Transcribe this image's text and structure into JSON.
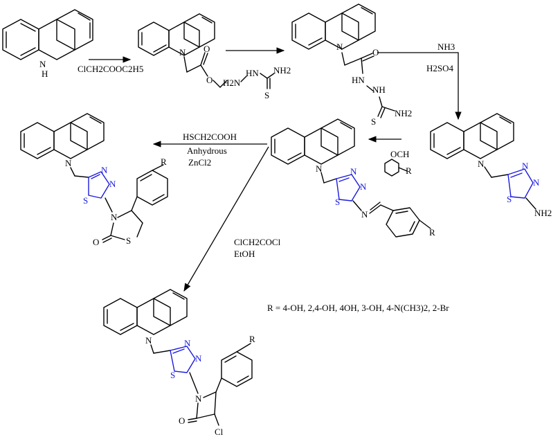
{
  "reagents": {
    "step1": "ClCH2COOC2H5",
    "step2_reagent": "thiosemicarbazide",
    "step3_line1": "NH3",
    "step3_line2": "H2SO4",
    "step4": "OCH",
    "step5_line1": "HSCH2COOH",
    "step5_line2": "Anhydrous",
    "step5_line3": "ZnCl2",
    "step6_line1": "ClCH2COCl",
    "step6_line2": "EtOH"
  },
  "substituents": {
    "r_definition": "R = 4-OH, 2,4-OH, 4OH, 3-OH, 4-N(CH3)2, 2-Br"
  },
  "atoms": {
    "N": "N",
    "H": "H",
    "O": "O",
    "S": "S",
    "R": "R",
    "Cl": "Cl",
    "NH2": "NH2",
    "H2N": "H2N",
    "HN": "HN",
    "NH": "NH",
    "HNN": "HN"
  },
  "colors": {
    "ring": "#1a1adf",
    "ink": "#000000"
  }
}
